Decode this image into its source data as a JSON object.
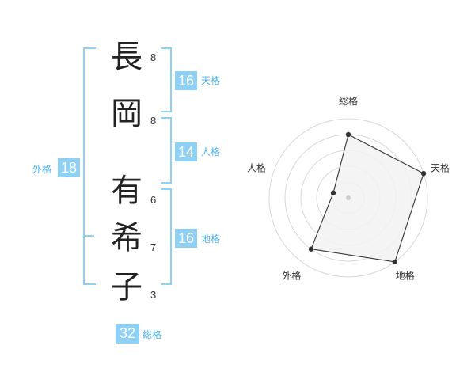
{
  "name_chars": [
    {
      "char": "長",
      "strokes": "8"
    },
    {
      "char": "岡",
      "strokes": "8"
    },
    {
      "char": "有",
      "strokes": "6"
    },
    {
      "char": "希",
      "strokes": "7"
    },
    {
      "char": "子",
      "strokes": "3"
    }
  ],
  "fortunes": {
    "tenkaku": {
      "label": "天格",
      "value": "16"
    },
    "jinkaku": {
      "label": "人格",
      "value": "14"
    },
    "chikaku": {
      "label": "地格",
      "value": "16"
    },
    "gaikaku": {
      "label": "外格",
      "value": "18"
    },
    "soukaku": {
      "label": "総格",
      "value": "32"
    }
  },
  "colors": {
    "accent": "#8fd0f5",
    "accent_text": "#4db3ea",
    "radar_fill": "#f2f2f2",
    "radar_line": "#333333",
    "grid": "#d8d8d8"
  },
  "chart_data": {
    "type": "radar",
    "categories": [
      "総格",
      "天格",
      "地格",
      "外格",
      "人格"
    ],
    "values": [
      4,
      5,
      5,
      4,
      1
    ],
    "rmax": 5,
    "rings": 5
  }
}
